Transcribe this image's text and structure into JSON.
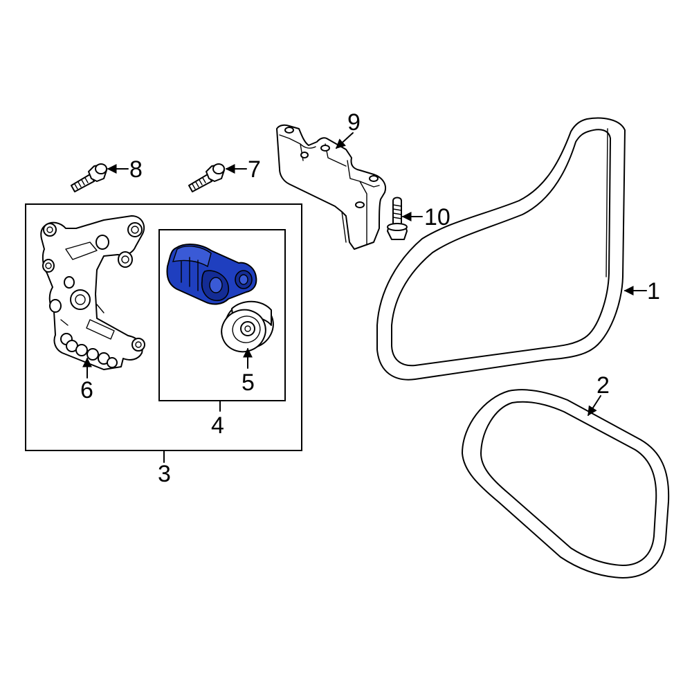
{
  "highlight_color": "#1f3fbf",
  "callouts": {
    "c1": "1",
    "c2": "2",
    "c3": "3",
    "c4": "4",
    "c5": "5",
    "c6": "6",
    "c7": "7",
    "c8": "8",
    "c9": "9",
    "c10": "10"
  },
  "highlighted_part": "tensioner-body"
}
